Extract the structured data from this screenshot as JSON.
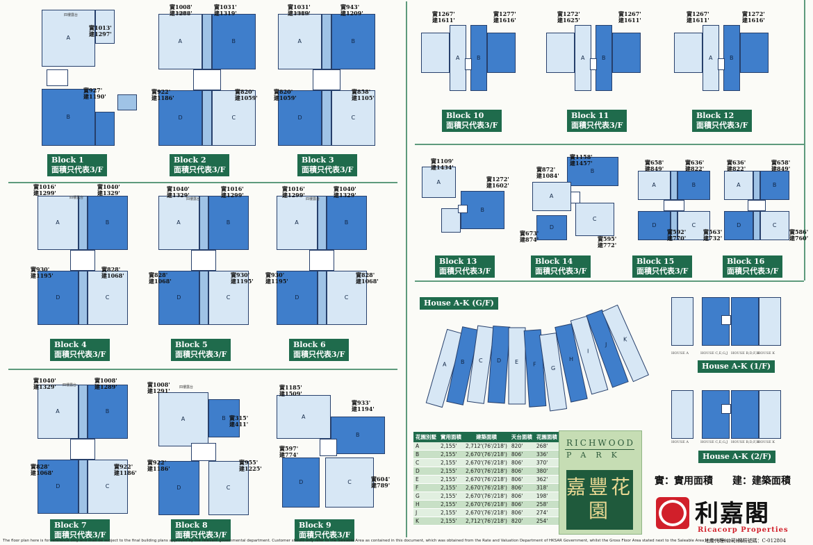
{
  "blocks": [
    {
      "id": "b1",
      "title": "Block 1",
      "subtitle": "面積只代表3/F",
      "areas": [
        {
          "s": "實1013'",
          "g": "建1297'"
        },
        {
          "s": "實927'",
          "g": "建1190'"
        }
      ]
    },
    {
      "id": "b2",
      "title": "Block 2",
      "subtitle": "面積只代表3/F",
      "areas": [
        {
          "s": "實1008'",
          "g": "建1288'"
        },
        {
          "s": "實1031'",
          "g": "建1319'"
        },
        {
          "s": "實922'",
          "g": "建1186'"
        },
        {
          "s": "實820'",
          "g": "建1059'"
        }
      ]
    },
    {
      "id": "b3",
      "title": "Block 3",
      "subtitle": "面積只代表3/F",
      "areas": [
        {
          "s": "實1031'",
          "g": "建1319'"
        },
        {
          "s": "實943'",
          "g": "建1209'"
        },
        {
          "s": "實820'",
          "g": "建1059'"
        },
        {
          "s": "實858'",
          "g": "建1105'"
        }
      ]
    },
    {
      "id": "b4",
      "title": "Block 4",
      "subtitle": "面積只代表3/F",
      "areas": [
        {
          "s": "實1016'",
          "g": "建1299'"
        },
        {
          "s": "實1040'",
          "g": "建1329'"
        },
        {
          "s": "實930'",
          "g": "建1195'"
        },
        {
          "s": "實828'",
          "g": "建1068'"
        }
      ]
    },
    {
      "id": "b5",
      "title": "Block 5",
      "subtitle": "面積只代表3/F",
      "areas": [
        {
          "s": "實1040'",
          "g": "建1329'"
        },
        {
          "s": "實1016'",
          "g": "建1299'"
        },
        {
          "s": "實828'",
          "g": "建1068'"
        },
        {
          "s": "實930'",
          "g": "建1195'"
        }
      ]
    },
    {
      "id": "b6",
      "title": "Block 6",
      "subtitle": "面積只代表3/F",
      "areas": [
        {
          "s": "實1016'",
          "g": "建1299'"
        },
        {
          "s": "實1040'",
          "g": "建1329'"
        },
        {
          "s": "實930'",
          "g": "建1195'"
        },
        {
          "s": "實828'",
          "g": "建1068'"
        }
      ]
    },
    {
      "id": "b7",
      "title": "Block 7",
      "subtitle": "面積只代表3/F",
      "areas": [
        {
          "s": "實1040'",
          "g": "建1329'"
        },
        {
          "s": "實1008'",
          "g": "建1289'"
        },
        {
          "s": "實828'",
          "g": "建1068'"
        },
        {
          "s": "實922'",
          "g": "建1186'"
        }
      ]
    },
    {
      "id": "b8",
      "title": "Block 8",
      "subtitle": "面積只代表3/F",
      "areas": [
        {
          "s": "實1008'",
          "g": "建1291'"
        },
        {
          "s": "實315'",
          "g": "建411'"
        },
        {
          "s": "實922'",
          "g": "建1186'"
        },
        {
          "s": "實955'",
          "g": "建1225'"
        }
      ]
    },
    {
      "id": "b9",
      "title": "Block 9",
      "subtitle": "面積只代表3/F",
      "areas": [
        {
          "s": "實1185'",
          "g": "建1509'"
        },
        {
          "s": "實933'",
          "g": "建1194'"
        },
        {
          "s": "實597'",
          "g": "建774'"
        },
        {
          "s": "實604'",
          "g": "建789'"
        }
      ]
    },
    {
      "id": "b10",
      "title": "Block 10",
      "subtitle": "面積只代表3/F",
      "areas": [
        {
          "s": "實1267'",
          "g": "建1611'"
        },
        {
          "s": "實1277'",
          "g": "建1616'"
        }
      ]
    },
    {
      "id": "b11",
      "title": "Block 11",
      "subtitle": "面積只代表3/F",
      "areas": [
        {
          "s": "實1272'",
          "g": "建1625'"
        },
        {
          "s": "實1267'",
          "g": "建1611'"
        }
      ]
    },
    {
      "id": "b12",
      "title": "Block 12",
      "subtitle": "面積只代表3/F",
      "areas": [
        {
          "s": "實1267'",
          "g": "建1611'"
        },
        {
          "s": "實1272'",
          "g": "建1616'"
        }
      ]
    },
    {
      "id": "b13",
      "title": "Block 13",
      "subtitle": "面積只代表3/F",
      "areas": [
        {
          "s": "實1109'",
          "g": "建1434'"
        },
        {
          "s": "實1272'",
          "g": "建1602'"
        }
      ]
    },
    {
      "id": "b14",
      "title": "Block 14",
      "subtitle": "面積只代表3/F",
      "areas": [
        {
          "s": "實1158'",
          "g": "建1457'"
        },
        {
          "s": "實872'",
          "g": "建1084'"
        },
        {
          "s": "實673'",
          "g": "建874'"
        },
        {
          "s": "實595'",
          "g": "建772'"
        }
      ]
    },
    {
      "id": "b15",
      "title": "Block 15",
      "subtitle": "面積只代表3/F",
      "areas": [
        {
          "s": "實658'",
          "g": "建849'"
        },
        {
          "s": "實636'",
          "g": "建822'"
        },
        {
          "s": "實592'",
          "g": "建770'"
        }
      ]
    },
    {
      "id": "b16",
      "title": "Block 16",
      "subtitle": "面積只代表3/F",
      "areas": [
        {
          "s": "實636'",
          "g": "建822'"
        },
        {
          "s": "實658'",
          "g": "建849'"
        },
        {
          "s": "實563'",
          "g": "建732'"
        },
        {
          "s": "實586'",
          "g": "建760'"
        }
      ]
    }
  ],
  "houses": {
    "ground_title": "House A-K (G/F)",
    "first_title": "House A-K (1/F)",
    "second_title": "House A-K (2/F)",
    "house_letters": [
      "A",
      "B",
      "C",
      "D",
      "E",
      "F",
      "G",
      "H",
      "I",
      "J",
      "K"
    ],
    "sub_labels": [
      "HOUSE A",
      "HOUSE C,E,G,J",
      "HOUSE B,D,F,H",
      "HOUSE K"
    ]
  },
  "spec_table": {
    "headers": [
      "花園別墅",
      "實用面積",
      "建築面積",
      "天台面積",
      "花園面積"
    ],
    "rows": [
      [
        "A",
        "2,155'",
        "2,712'(76'/218')",
        "820'",
        "268'"
      ],
      [
        "B",
        "2,155'",
        "2,670'(76'/218')",
        "806'",
        "336'"
      ],
      [
        "C",
        "2,155'",
        "2,670'(76'/218')",
        "806'",
        "370'"
      ],
      [
        "D",
        "2,155'",
        "2,670'(76'/218')",
        "806'",
        "380'"
      ],
      [
        "E",
        "2,155'",
        "2,670'(76'/218')",
        "806'",
        "362'"
      ],
      [
        "F",
        "2,155'",
        "2,670'(76'/218')",
        "806'",
        "318'"
      ],
      [
        "G",
        "2,155'",
        "2,670'(76'/218')",
        "806'",
        "198'"
      ],
      [
        "H",
        "2,155'",
        "2,670'(76'/218')",
        "806'",
        "258'"
      ],
      [
        "J",
        "2,155'",
        "2,670'(76'/218')",
        "806'",
        "274'"
      ],
      [
        "K",
        "2,155'",
        "2,712'(76'/218')",
        "820'",
        "254'"
      ]
    ]
  },
  "brand": {
    "estate_en_1": "RICHWOOD",
    "estate_en_2": "PARK",
    "estate_cn": "嘉豐花園",
    "legend": "實：實用面積　　建：建築面積",
    "agency_cn": "利嘉閣",
    "agency_en": "Ricacorp Properties",
    "agency_note": "地產代理(公司)牌照號碼：C-012804"
  },
  "notes": {
    "terrace": "四樓露台",
    "footer": "The floor plan here is for reference only and shall be subject to the final building plans approved by the relevant governmental department. Customer should only refer to the Saleable Area as contained in this document, which was obtained from the Rate and Valuation Department of HKSAR Government, whilst the Gross Floor Area stated next to the Saleable Area is for reference only."
  },
  "colors": {
    "label_bg": "#1f6b4c",
    "unit_dark": "#3f7ecb",
    "unit_light": "#d7e7f5",
    "divider": "#5d9a7c",
    "logo_bg": "#c6ddb4",
    "brand_red": "#d11f2a"
  }
}
